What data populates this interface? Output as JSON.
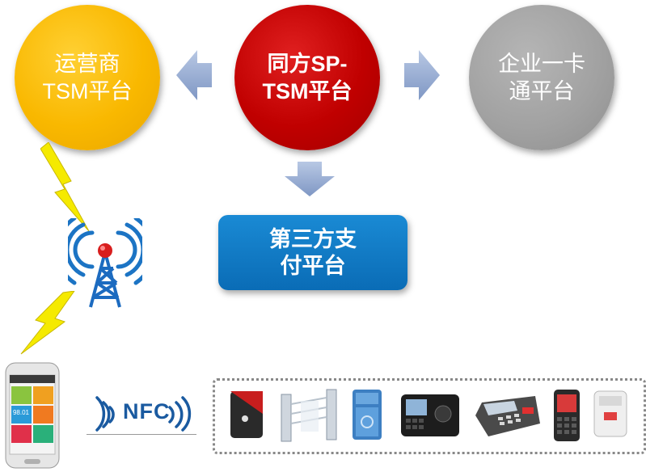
{
  "circles": {
    "left": {
      "line1": "运营商",
      "line2": "TSM平台"
    },
    "mid": {
      "line1": "同方SP-",
      "line2": "TSM平台"
    },
    "right": {
      "line1": "企业一卡",
      "line2": "通平台"
    }
  },
  "pay_box": {
    "line1": "第三方支",
    "line2": "付平台"
  },
  "nfc": {
    "label": "NFC"
  },
  "phone": {
    "tile_value": "98.01"
  },
  "colors": {
    "operator": "#f9b800",
    "tongfang": "#c00000",
    "enterprise": "#a2a2a2",
    "payment": "#0a6cb6",
    "arrow": "#9aaed0",
    "lightning": "#f5ea00"
  },
  "icons": [
    "arrow-left-icon",
    "arrow-right-icon",
    "arrow-down-icon",
    "lightning-icon",
    "signal-tower-icon",
    "nfc-icon",
    "smartphone-icon"
  ],
  "devices": [
    "card-reader-icon",
    "turnstile-gate-icon",
    "access-control-icon",
    "attendance-terminal-icon",
    "pos-terminal-icon",
    "handheld-terminal-icon",
    "wall-reader-icon"
  ]
}
